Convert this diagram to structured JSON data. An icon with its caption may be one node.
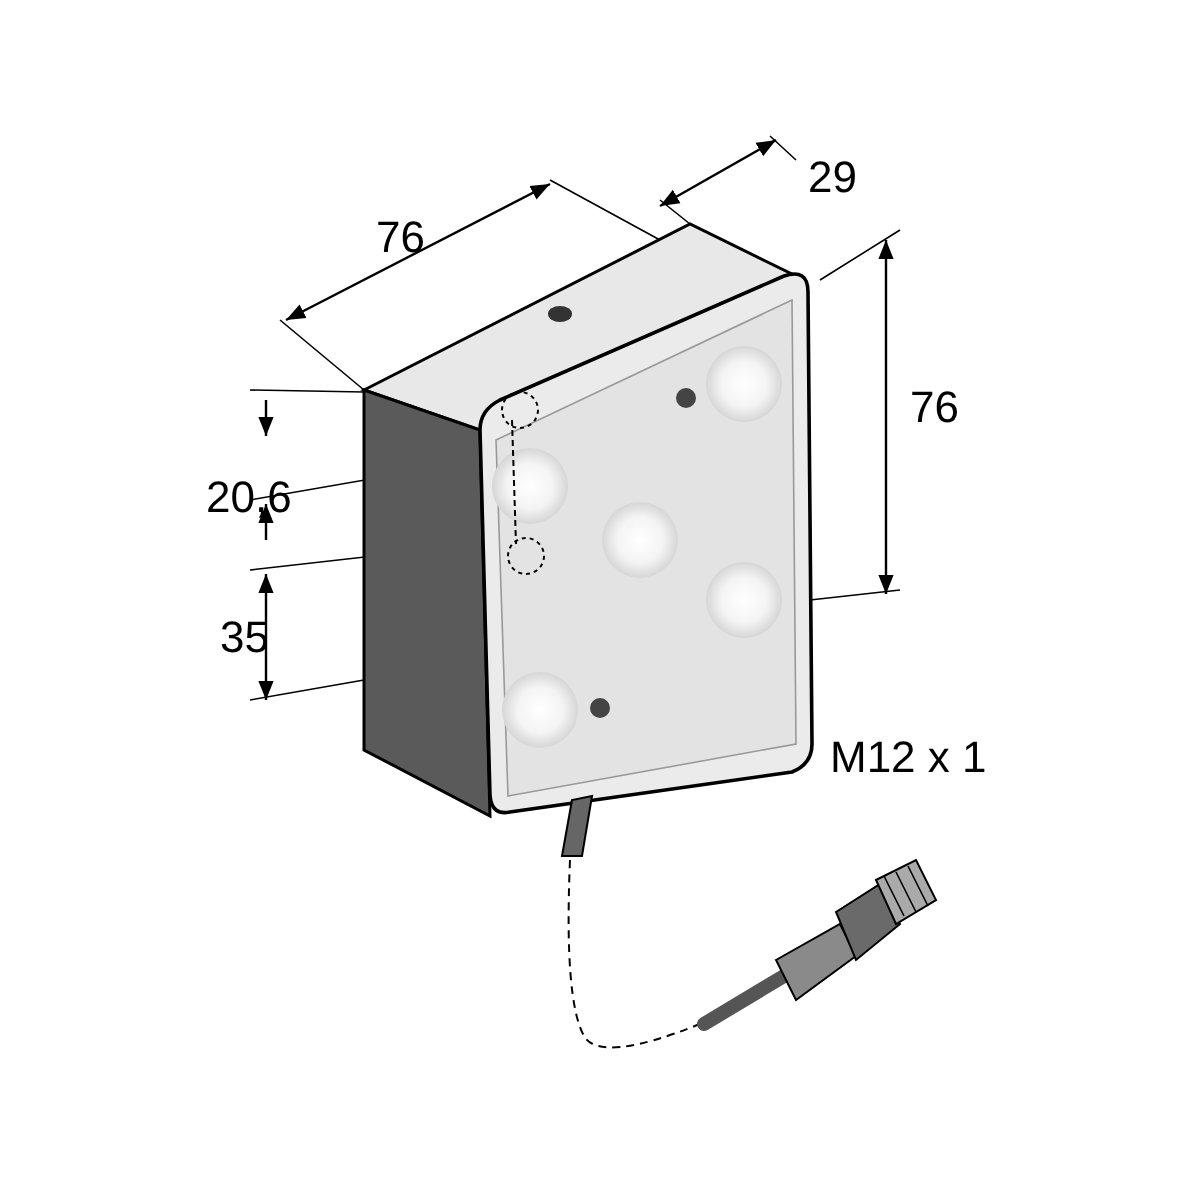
{
  "diagram": {
    "labels": [
      "29",
      "76",
      "76",
      "20,6",
      "35",
      "M12 x 1"
    ]
  }
}
